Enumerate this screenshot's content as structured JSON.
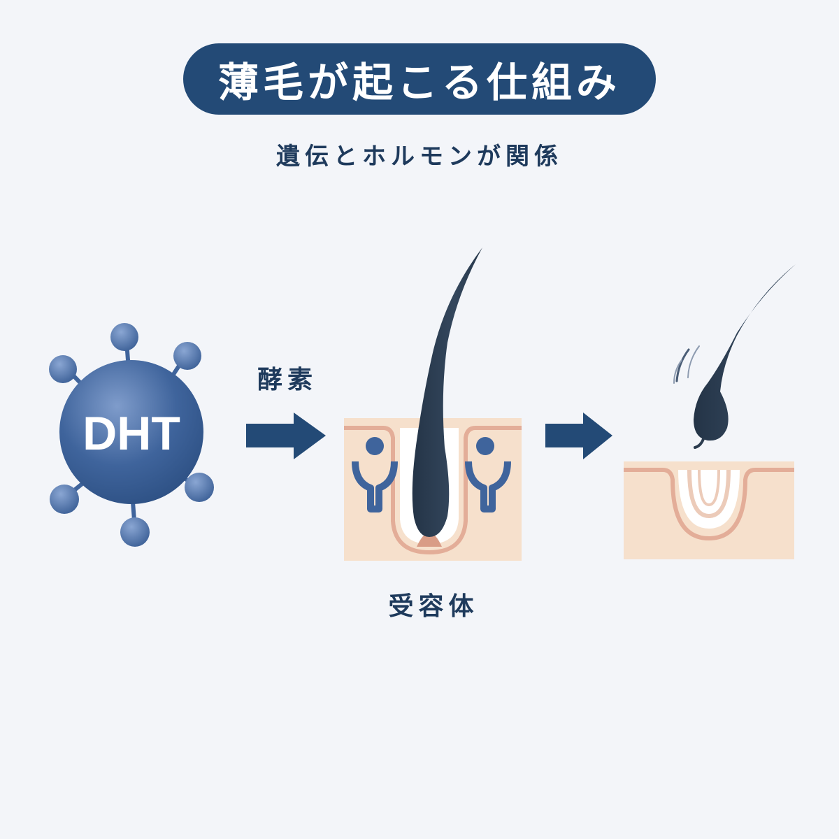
{
  "title": "薄毛が起こる仕組み",
  "subtitle": "遺伝とホルモンが関係",
  "molecule": {
    "label": "DHT"
  },
  "enzyme_label": "酵素",
  "receptor_label": "受容体",
  "colors": {
    "navy": "#234a76",
    "molecule_blue": "#3f649c",
    "hair": "#2b3b4e",
    "skin": "#f6e0cc",
    "skin_edge": "#e3ad98",
    "background": "#f3f5f9"
  }
}
